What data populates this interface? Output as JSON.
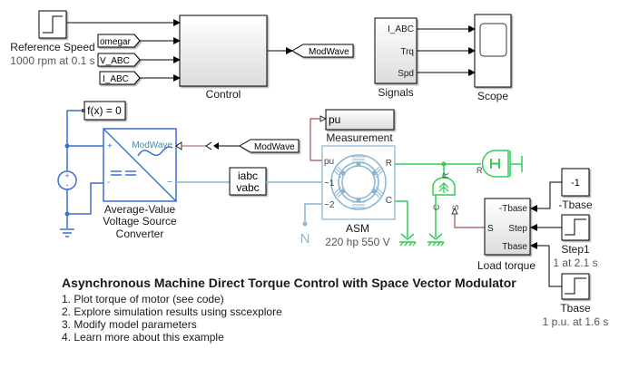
{
  "blocks": {
    "reference_speed": {
      "name": "Reference Speed",
      "param": "1000 rpm at 0.1 s"
    },
    "control": {
      "name": "Control"
    },
    "signals": {
      "name": "Signals",
      "ports": [
        "I_ABC",
        "Trq",
        "Spd"
      ]
    },
    "scope": {
      "name": "Scope"
    },
    "goto_tags_in": [
      "omegar",
      "V_ABC",
      "I_ABC"
    ],
    "goto_modwave": "ModWave",
    "from_modwave": "ModWave",
    "solver": {
      "label": "f(x) = 0"
    },
    "converter": {
      "name_lines": [
        "Average-Value",
        "Voltage Source",
        "Converter"
      ],
      "port_modwave": "ModWave",
      "port_plus": "+",
      "port_minus": "-",
      "port_ac": "~"
    },
    "sensor": {
      "lines": [
        "iabc",
        "vabc"
      ]
    },
    "measurement": {
      "name": "Measurement",
      "value": "pu"
    },
    "asm": {
      "name": "ASM",
      "param": "220 hp 550 V",
      "ports": {
        "pu": "pu",
        "p1": "~1",
        "p2": "~2",
        "R": "R",
        "C": "C"
      }
    },
    "neutral": {
      "label": "N"
    },
    "inertia": {
      "port": "R"
    },
    "torque_source": {
      "port_r": "R",
      "port_c": "C",
      "port_s": "S"
    },
    "load_torque": {
      "name": "Load torque",
      "ports_in": [
        "-Tbase",
        "Step",
        "Tbase"
      ],
      "port_out": "S"
    },
    "gain": {
      "name": "-Tbase",
      "value": "-1"
    },
    "step1": {
      "name": "Step1",
      "param": "1 at 2.1 s"
    },
    "tbase": {
      "name": "Tbase",
      "param": "1 p.u. at 1.6 s"
    }
  },
  "description": {
    "title": "Asynchronous Machine Direct Torque Control with Space Vector Modulator",
    "links": [
      "1. Plot torque of motor (see code)",
      "2. Explore simulation results using sscexplore",
      "3. Modify model parameters",
      "4. Learn more about this example"
    ]
  },
  "colors": {
    "electrical": "#3b6fd4",
    "ps_signal": "#a05050",
    "mechanical": "#33cc55",
    "asm": "#8ab4d0",
    "signal": "#000000"
  }
}
